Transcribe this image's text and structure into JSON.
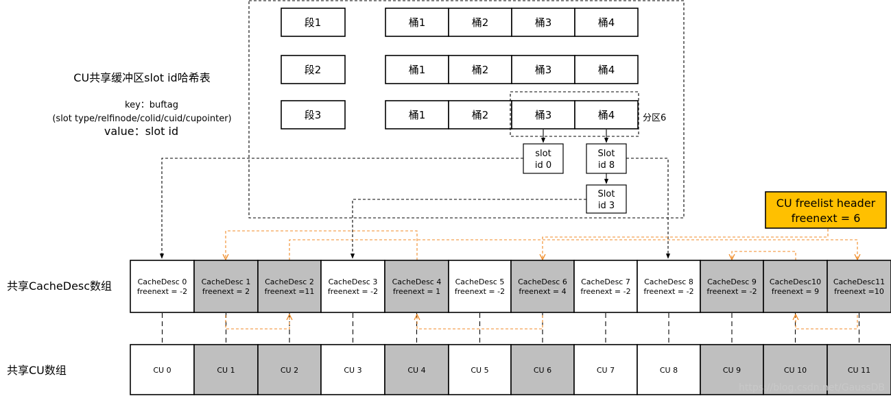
{
  "title": "CU共享缓冲区slot id哈希表",
  "key_line": "key：buftag",
  "key_detail": "(slot type/relfinode/colid/cuid/cupointer)",
  "value_line": "value：slot id",
  "segments": [
    "段1",
    "段2",
    "段3"
  ],
  "buckets": [
    "桶1",
    "桶2",
    "桶3",
    "桶4"
  ],
  "partition_label": "分区6",
  "slots": [
    {
      "line1": "slot",
      "line2": "id 0"
    },
    {
      "line1": "Slot",
      "line2": "id 8"
    },
    {
      "line1": "Slot",
      "line2": "id 3"
    }
  ],
  "freelist_header": {
    "line1": "CU freelist header",
    "line2": "freenext = 6"
  },
  "row_labels": {
    "cachedesc": "共享CacheDesc数组",
    "cu": "共享CU数组"
  },
  "cachedesc": [
    {
      "name": "CacheDesc 0",
      "freenext": "freenext = -2",
      "in_freelist": false
    },
    {
      "name": "CacheDesc 1",
      "freenext": "freenext = 2",
      "in_freelist": true
    },
    {
      "name": "CacheDesc 2",
      "freenext": "freenext =11",
      "in_freelist": true
    },
    {
      "name": "CacheDesc 3",
      "freenext": "freenext = -2",
      "in_freelist": false
    },
    {
      "name": "CacheDesc 4",
      "freenext": "freenext = 1",
      "in_freelist": true
    },
    {
      "name": "CacheDesc 5",
      "freenext": "freenext = -2",
      "in_freelist": false
    },
    {
      "name": "CacheDesc 6",
      "freenext": "freenext = 4",
      "in_freelist": true
    },
    {
      "name": "CacheDesc 7",
      "freenext": "freenext = -2",
      "in_freelist": false
    },
    {
      "name": "CacheDesc 8",
      "freenext": "freenext = -2",
      "in_freelist": false
    },
    {
      "name": "CacheDesc 9",
      "freenext": "freenext = -2",
      "in_freelist": true
    },
    {
      "name": "CacheDesc10",
      "freenext": "freenext = 9",
      "in_freelist": true
    },
    {
      "name": "CacheDesc11",
      "freenext": "freenext =10",
      "in_freelist": true
    }
  ],
  "cu": [
    "CU 0",
    "CU 1",
    "CU 2",
    "CU 3",
    "CU 4",
    "CU 5",
    "CU 6",
    "CU 7",
    "CU 8",
    "CU 9",
    "CU 10",
    "CU 11"
  ],
  "watermark": "https://blog.csdn.net/GaussDB",
  "colors": {
    "freelist_cell": "#bfbfbf",
    "header_fill": "#ffc000",
    "freelist_arrow": "#f08a24"
  }
}
